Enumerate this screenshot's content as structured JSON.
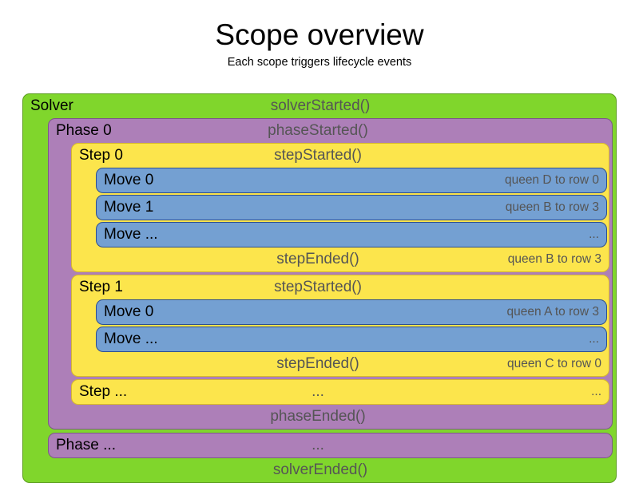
{
  "header": {
    "title": "Scope overview",
    "subtitle": "Each scope triggers lifecycle events"
  },
  "colors": {
    "solver": "#80d62c",
    "phase": "#ad7fb8",
    "step": "#fce54c",
    "move": "#74a0d2",
    "event_text": "#555555",
    "label_text": "#000000",
    "background": "#ffffff"
  },
  "diagram": {
    "solver": {
      "label": "Solver",
      "started_event": "solverStarted()",
      "ended_event": "solverEnded()",
      "phases": [
        {
          "label": "Phase 0",
          "started_event": "phaseStarted()",
          "ended_event": "phaseEnded()",
          "steps": [
            {
              "label": "Step 0",
              "started_event": "stepStarted()",
              "ended_event": "stepEnded()",
              "ended_detail": "queen B to row 3",
              "moves": [
                {
                  "label": "Move 0",
                  "detail": "queen D to row 0"
                },
                {
                  "label": "Move 1",
                  "detail": "queen B to row 3"
                },
                {
                  "label": "Move ...",
                  "detail": "..."
                }
              ]
            },
            {
              "label": "Step 1",
              "started_event": "stepStarted()",
              "ended_event": "stepEnded()",
              "ended_detail": "queen C to row 0",
              "moves": [
                {
                  "label": "Move 0",
                  "detail": "queen A to row 3"
                },
                {
                  "label": "Move ...",
                  "detail": "..."
                }
              ]
            },
            {
              "label": "Step ...",
              "started_event": "...",
              "ended_event": "",
              "ended_detail": "",
              "trailing_detail": "...",
              "moves": []
            }
          ]
        },
        {
          "label": "Phase ...",
          "started_event": "...",
          "ended_event": "",
          "steps": []
        }
      ]
    }
  }
}
